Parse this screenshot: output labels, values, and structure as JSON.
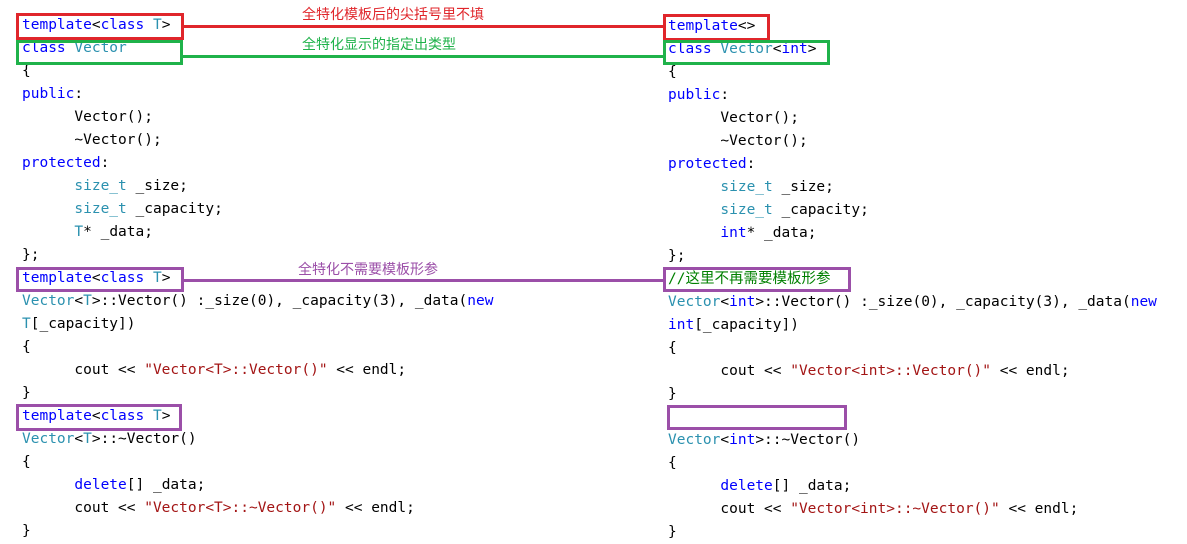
{
  "colors": {
    "red": "#e0262b",
    "green": "#1fb24a",
    "purple": "#9b4fa8",
    "keyword": "#0000ff",
    "type": "#2b91af",
    "string": "#a31515",
    "comment": "#008000",
    "plain": "#000000"
  },
  "annotations": [
    {
      "id": "red",
      "text": "全特化模板后的尖括号里不填"
    },
    {
      "id": "green",
      "text": "全特化显示的指定出类型"
    },
    {
      "id": "purple",
      "text": "全特化不需要模板形参"
    }
  ],
  "left_code": [
    [
      {
        "t": "template",
        "c": "kw"
      },
      {
        "t": "<",
        "c": "plain"
      },
      {
        "t": "class",
        "c": "kw"
      },
      {
        "t": " ",
        "c": "plain"
      },
      {
        "t": "T",
        "c": "type"
      },
      {
        "t": ">",
        "c": "plain"
      }
    ],
    [
      {
        "t": "class",
        "c": "kw"
      },
      {
        "t": " ",
        "c": "plain"
      },
      {
        "t": "Vector",
        "c": "type"
      }
    ],
    [
      {
        "t": "{",
        "c": "plain"
      }
    ],
    [
      {
        "t": "public",
        "c": "kw"
      },
      {
        "t": ":",
        "c": "plain"
      }
    ],
    [
      {
        "t": "      Vector();",
        "c": "plain"
      }
    ],
    [
      {
        "t": "      ~Vector();",
        "c": "plain"
      }
    ],
    [
      {
        "t": "protected",
        "c": "kw"
      },
      {
        "t": ":",
        "c": "plain"
      }
    ],
    [
      {
        "t": "      ",
        "c": "plain"
      },
      {
        "t": "size_t",
        "c": "type"
      },
      {
        "t": " _size;",
        "c": "plain"
      }
    ],
    [
      {
        "t": "      ",
        "c": "plain"
      },
      {
        "t": "size_t",
        "c": "type"
      },
      {
        "t": " _capacity;",
        "c": "plain"
      }
    ],
    [
      {
        "t": "      ",
        "c": "plain"
      },
      {
        "t": "T",
        "c": "type"
      },
      {
        "t": "* _data;",
        "c": "plain"
      }
    ],
    [
      {
        "t": "};",
        "c": "plain"
      }
    ],
    [
      {
        "t": "template",
        "c": "kw"
      },
      {
        "t": "<",
        "c": "plain"
      },
      {
        "t": "class",
        "c": "kw"
      },
      {
        "t": " ",
        "c": "plain"
      },
      {
        "t": "T",
        "c": "type"
      },
      {
        "t": ">",
        "c": "plain"
      }
    ],
    [
      {
        "t": "Vector",
        "c": "type"
      },
      {
        "t": "<",
        "c": "plain"
      },
      {
        "t": "T",
        "c": "type"
      },
      {
        "t": ">::Vector() :_size(0), _capacity(3), _data(",
        "c": "plain"
      },
      {
        "t": "new",
        "c": "kw"
      }
    ],
    [
      {
        "t": "T",
        "c": "type"
      },
      {
        "t": "[_capacity])",
        "c": "plain"
      }
    ],
    [
      {
        "t": "{",
        "c": "plain"
      }
    ],
    [
      {
        "t": "      cout << ",
        "c": "plain"
      },
      {
        "t": "\"Vector<T>::Vector()\"",
        "c": "str"
      },
      {
        "t": " << endl;",
        "c": "plain"
      }
    ],
    [
      {
        "t": "}",
        "c": "plain"
      }
    ],
    [
      {
        "t": "template",
        "c": "kw"
      },
      {
        "t": "<",
        "c": "plain"
      },
      {
        "t": "class",
        "c": "kw"
      },
      {
        "t": " ",
        "c": "plain"
      },
      {
        "t": "T",
        "c": "type"
      },
      {
        "t": ">",
        "c": "plain"
      }
    ],
    [
      {
        "t": "Vector",
        "c": "type"
      },
      {
        "t": "<",
        "c": "plain"
      },
      {
        "t": "T",
        "c": "type"
      },
      {
        "t": ">::~Vector()",
        "c": "plain"
      }
    ],
    [
      {
        "t": "{",
        "c": "plain"
      }
    ],
    [
      {
        "t": "      ",
        "c": "plain"
      },
      {
        "t": "delete",
        "c": "kw"
      },
      {
        "t": "[] _data;",
        "c": "plain"
      }
    ],
    [
      {
        "t": "      cout << ",
        "c": "plain"
      },
      {
        "t": "\"Vector<T>::~Vector()\"",
        "c": "str"
      },
      {
        "t": " << endl;",
        "c": "plain"
      }
    ],
    [
      {
        "t": "}",
        "c": "plain"
      }
    ]
  ],
  "right_code": [
    [
      {
        "t": "template",
        "c": "kw"
      },
      {
        "t": "<>",
        "c": "plain"
      }
    ],
    [
      {
        "t": "class",
        "c": "kw"
      },
      {
        "t": " ",
        "c": "plain"
      },
      {
        "t": "Vector",
        "c": "type"
      },
      {
        "t": "<",
        "c": "plain"
      },
      {
        "t": "int",
        "c": "kw"
      },
      {
        "t": ">",
        "c": "plain"
      }
    ],
    [
      {
        "t": "{",
        "c": "plain"
      }
    ],
    [
      {
        "t": "public",
        "c": "kw"
      },
      {
        "t": ":",
        "c": "plain"
      }
    ],
    [
      {
        "t": "      Vector();",
        "c": "plain"
      }
    ],
    [
      {
        "t": "      ~Vector();",
        "c": "plain"
      }
    ],
    [
      {
        "t": "protected",
        "c": "kw"
      },
      {
        "t": ":",
        "c": "plain"
      }
    ],
    [
      {
        "t": "      ",
        "c": "plain"
      },
      {
        "t": "size_t",
        "c": "type"
      },
      {
        "t": " _size;",
        "c": "plain"
      }
    ],
    [
      {
        "t": "      ",
        "c": "plain"
      },
      {
        "t": "size_t",
        "c": "type"
      },
      {
        "t": " _capacity;",
        "c": "plain"
      }
    ],
    [
      {
        "t": "      ",
        "c": "plain"
      },
      {
        "t": "int",
        "c": "kw"
      },
      {
        "t": "* _data;",
        "c": "plain"
      }
    ],
    [
      {
        "t": "};",
        "c": "plain"
      }
    ],
    [
      {
        "t": "//这里不再需要模板形参",
        "c": "cmt"
      }
    ],
    [
      {
        "t": "Vector",
        "c": "type"
      },
      {
        "t": "<",
        "c": "plain"
      },
      {
        "t": "int",
        "c": "kw"
      },
      {
        "t": ">::Vector() :_size(0), _capacity(3), _data(",
        "c": "plain"
      },
      {
        "t": "new",
        "c": "kw"
      }
    ],
    [
      {
        "t": "int",
        "c": "kw"
      },
      {
        "t": "[_capacity])",
        "c": "plain"
      }
    ],
    [
      {
        "t": "{",
        "c": "plain"
      }
    ],
    [
      {
        "t": "      cout << ",
        "c": "plain"
      },
      {
        "t": "\"Vector<int>::Vector()\"",
        "c": "str"
      },
      {
        "t": " << endl;",
        "c": "plain"
      }
    ],
    [
      {
        "t": "}",
        "c": "plain"
      }
    ],
    [
      {
        "t": "",
        "c": "plain"
      }
    ],
    [
      {
        "t": "Vector",
        "c": "type"
      },
      {
        "t": "<",
        "c": "plain"
      },
      {
        "t": "int",
        "c": "kw"
      },
      {
        "t": ">::~Vector()",
        "c": "plain"
      }
    ],
    [
      {
        "t": "{",
        "c": "plain"
      }
    ],
    [
      {
        "t": "      ",
        "c": "plain"
      },
      {
        "t": "delete",
        "c": "kw"
      },
      {
        "t": "[] _data;",
        "c": "plain"
      }
    ],
    [
      {
        "t": "      cout << ",
        "c": "plain"
      },
      {
        "t": "\"Vector<int>::~Vector()\"",
        "c": "str"
      },
      {
        "t": " << endl;",
        "c": "plain"
      }
    ],
    [
      {
        "t": "}",
        "c": "plain"
      }
    ]
  ]
}
